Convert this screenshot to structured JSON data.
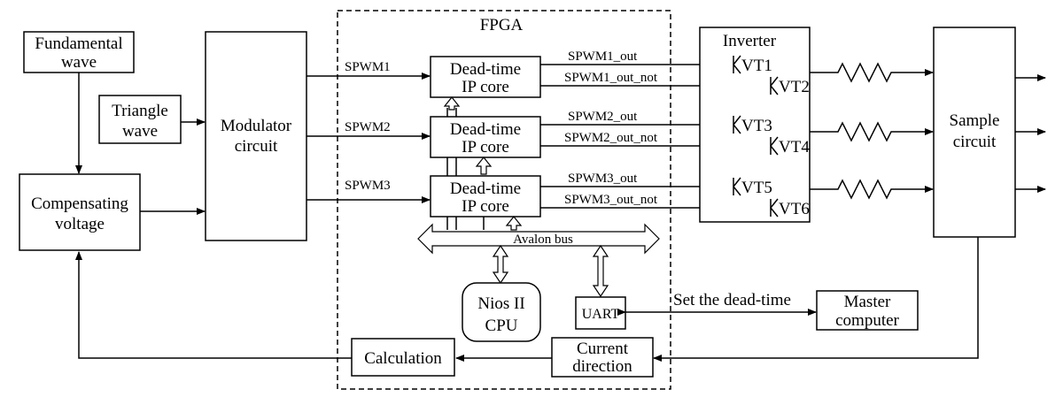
{
  "diagram": {
    "fpga_label": "FPGA",
    "fundamental": [
      "Fundamental",
      "wave"
    ],
    "triangle": [
      "Triangle",
      "wave"
    ],
    "compensating": [
      "Compensating",
      "voltage"
    ],
    "modulator": [
      "Modulator",
      "circuit"
    ],
    "deadtime": [
      "Dead-time",
      "IP core"
    ],
    "spwm_in": [
      "SPWM1",
      "SPWM2",
      "SPWM3"
    ],
    "spwm_out": [
      "SPWM1_out",
      "SPWM2_out",
      "SPWM3_out"
    ],
    "spwm_out_not": [
      "SPWM1_out_not",
      "SPWM2_out_not",
      "SPWM3_out_not"
    ],
    "avalon": "Avalon bus",
    "nios": [
      "Nios II",
      "CPU"
    ],
    "uart": "UART",
    "set_deadtime": "Set the dead-time",
    "master": [
      "Master",
      "computer"
    ],
    "inverter": "Inverter",
    "vt": [
      "VT1",
      "VT2",
      "VT3",
      "VT4",
      "VT5",
      "VT6"
    ],
    "sample": [
      "Sample",
      "circuit"
    ],
    "calculation": "Calculation",
    "current_direction": [
      "Current",
      "direction"
    ]
  }
}
